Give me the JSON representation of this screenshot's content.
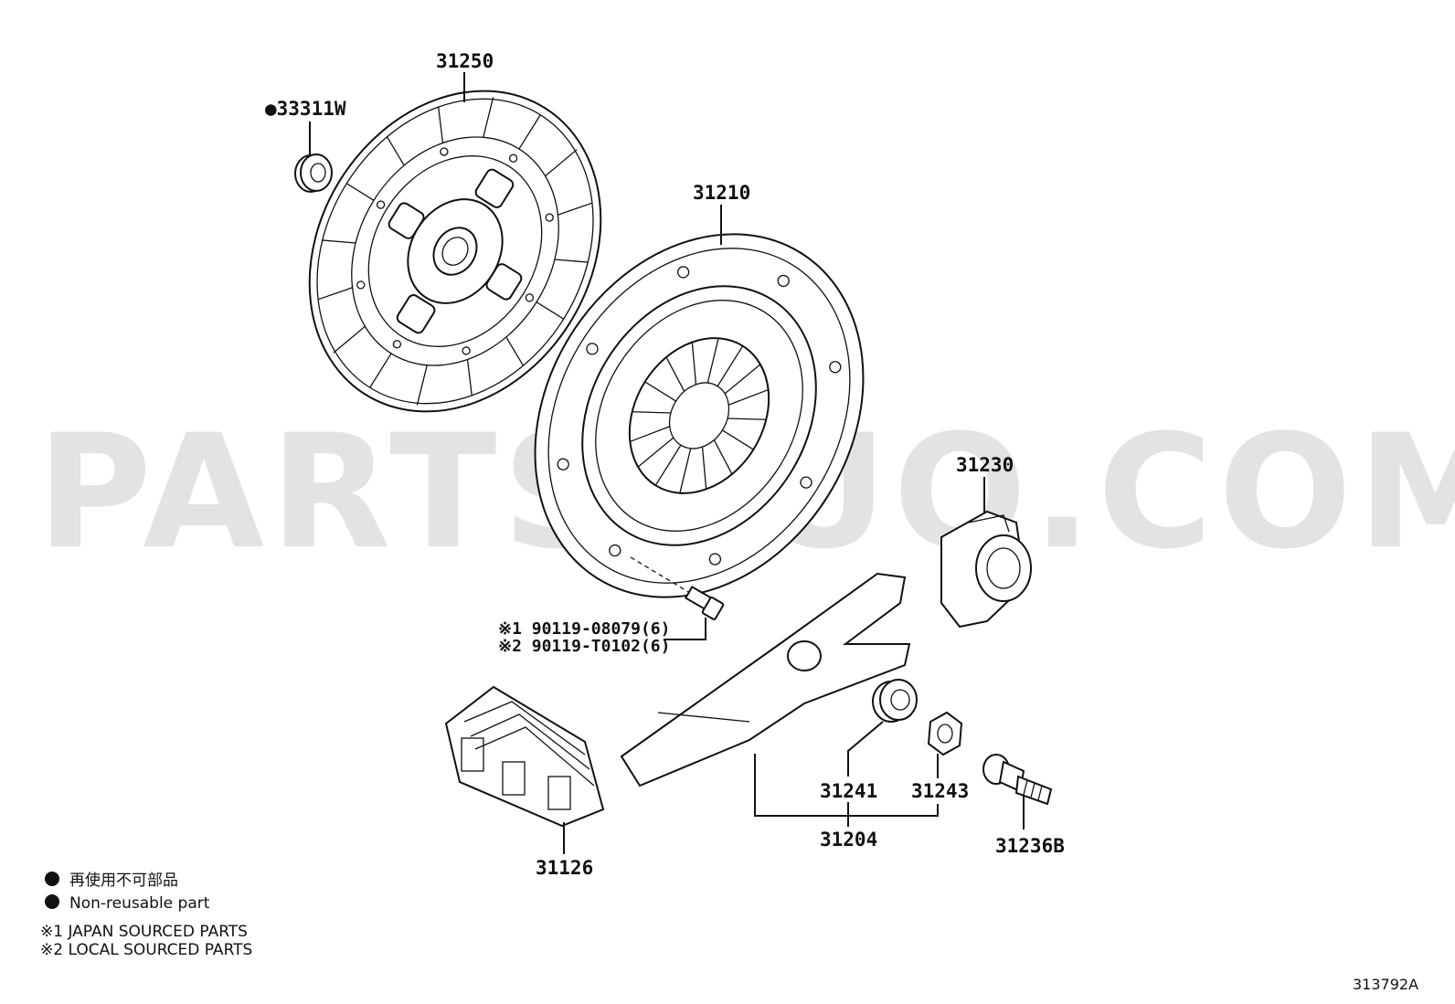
{
  "watermark": "PARTSOUQ.COM",
  "diagram_ref": "313792A",
  "parts": {
    "p31250": "31250",
    "p33311w": "●33311W",
    "p31210": "31210",
    "p31230": "31230",
    "bolt_line1": "※1 90119-08079(6)",
    "bolt_line2": "※2 90119-T0102(6)",
    "p31126": "31126",
    "p31241": "31241",
    "p31243": "31243",
    "p31204": "31204",
    "p31236b": "31236B"
  },
  "legend": {
    "jp_label": "再使用不可部品",
    "en_label": "Non-reusable part",
    "note1": "※1 JAPAN SOURCED PARTS",
    "note2": "※2 LOCAL SOURCED PARTS"
  }
}
